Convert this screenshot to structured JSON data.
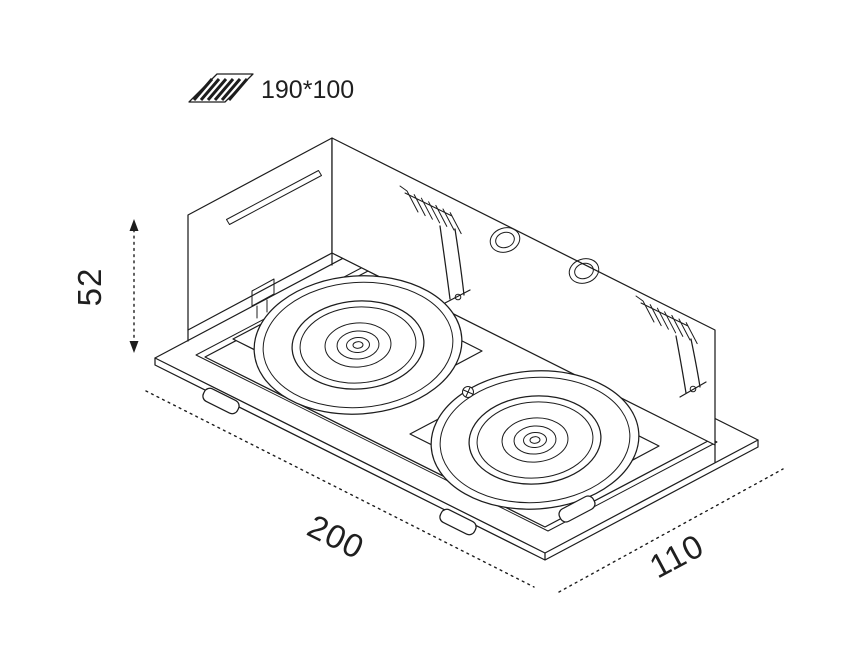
{
  "colors": {
    "line": "#1d1d1d",
    "background": "#ffffff"
  },
  "cutout": {
    "icon": "stairs-cutout-icon",
    "size_label": "190*100"
  },
  "dimensions": {
    "height_mm": "52",
    "length_mm": "200",
    "width_mm": "110"
  },
  "shapes": {
    "housing": "lamp-housing",
    "vent": "vent-slot",
    "spring_clip": "torsion-spring-clip",
    "knockout": "knockout-hole",
    "trim": "trim-frame",
    "lamp": "gimbal-lamp-module",
    "tab": "mounting-tab",
    "screw": "adjust-screw"
  }
}
